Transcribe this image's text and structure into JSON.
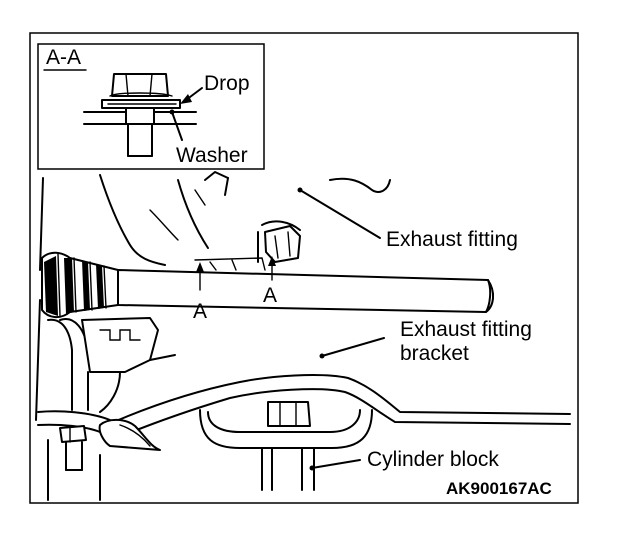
{
  "detail": {
    "section_label": "A-A",
    "labels": {
      "drop": "Drop",
      "washer": "Washer"
    }
  },
  "callouts": {
    "exhaust_fitting": "Exhaust fitting",
    "exhaust_fitting_bracket_line1": "Exhaust fitting",
    "exhaust_fitting_bracket_line2": "bracket",
    "cylinder_block": "Cylinder block",
    "section_mark_upper": "A",
    "section_mark_lower": "A"
  },
  "figure_code": "AK900167AC"
}
